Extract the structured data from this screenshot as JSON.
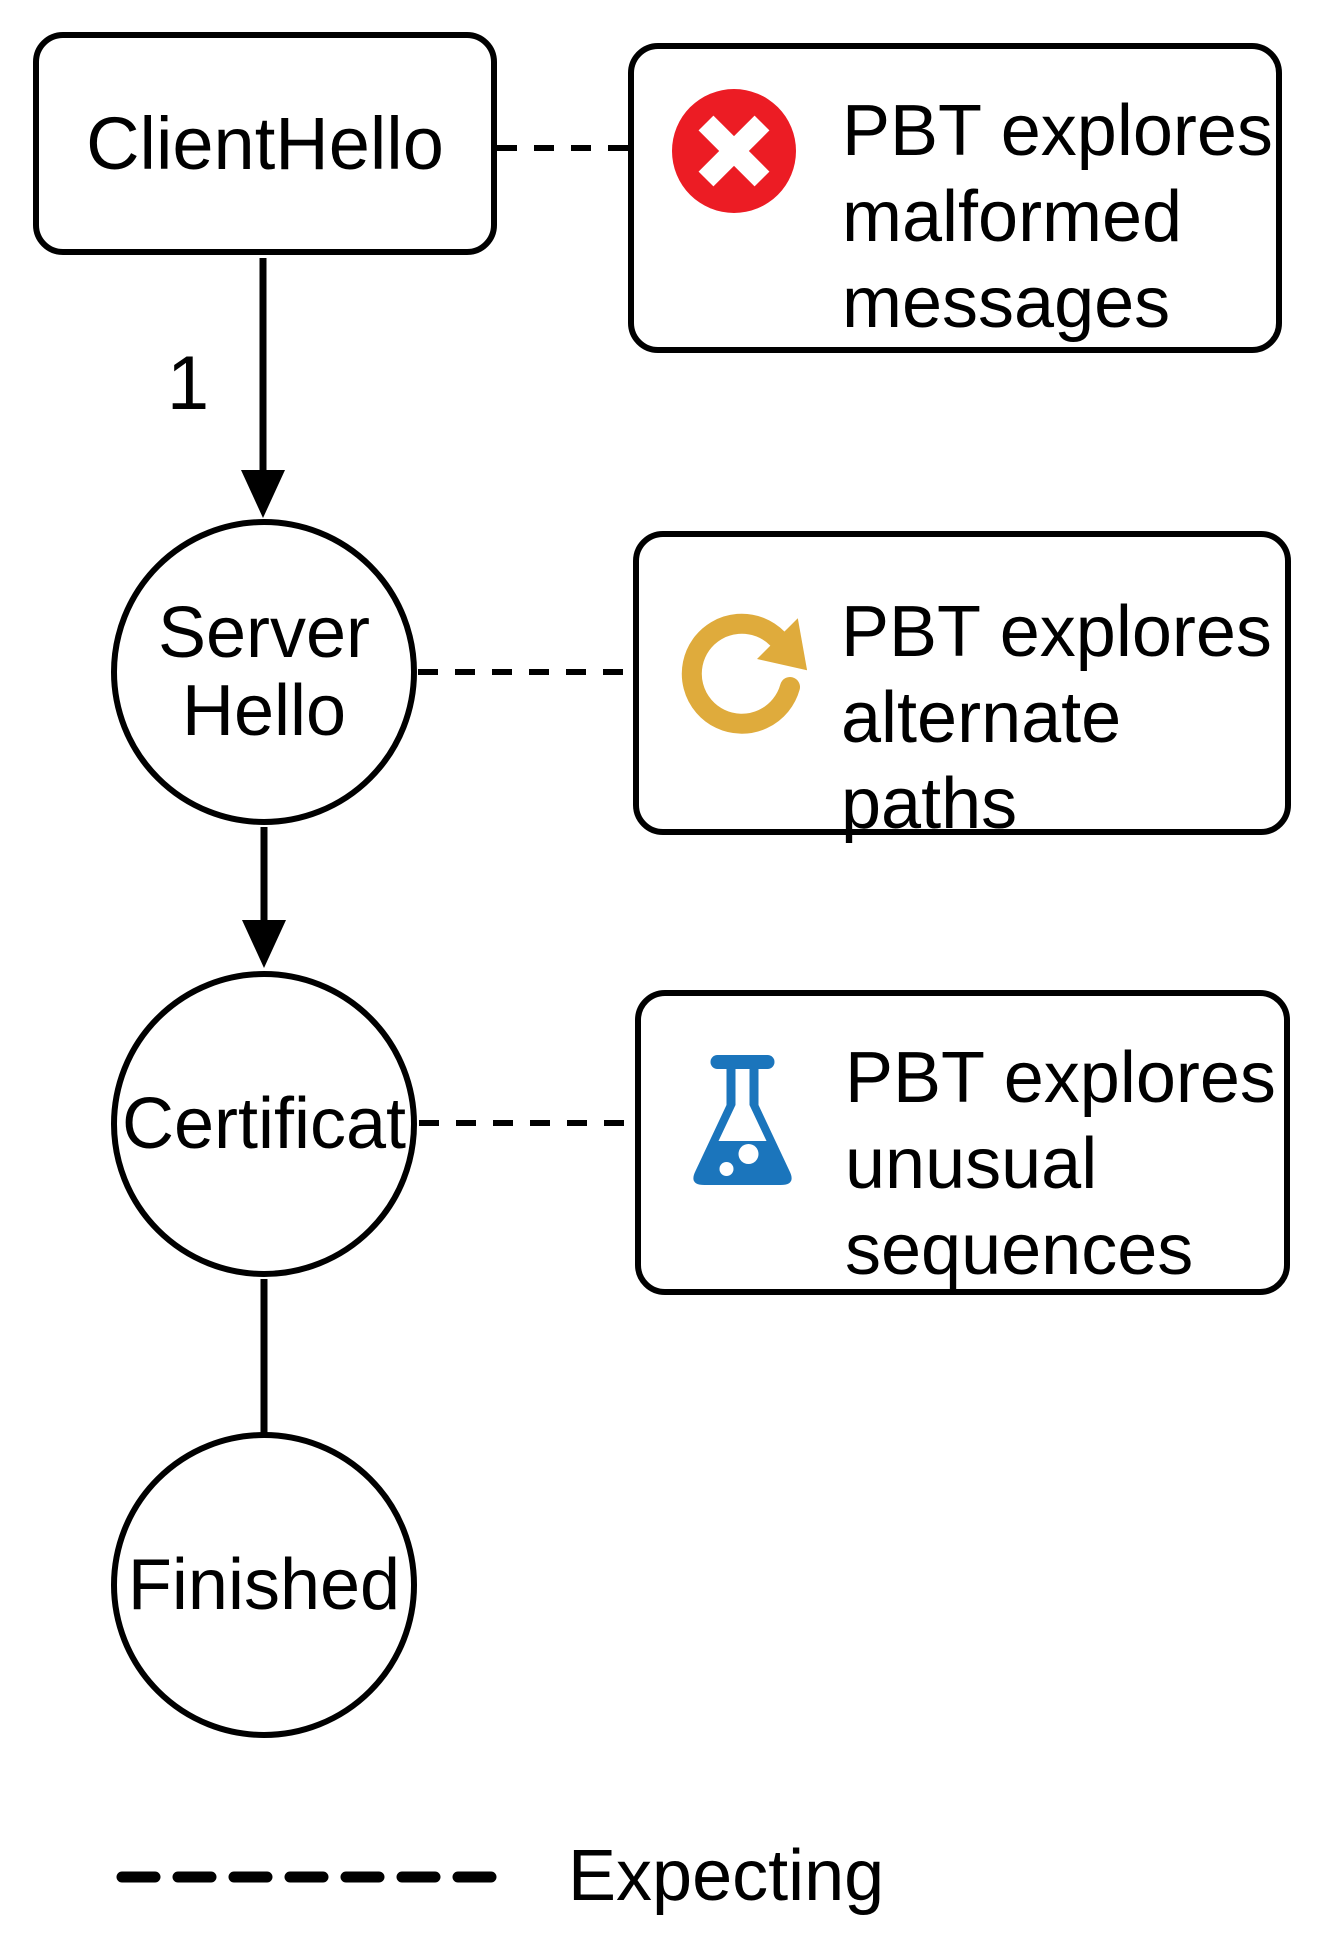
{
  "colors": {
    "red": "#ec1c24",
    "gold": "#dfab3c",
    "blue": "#1b75bc",
    "line": "#000000"
  },
  "states": {
    "client_hello": {
      "label": "ClientHello"
    },
    "server_hello": {
      "line1": "Server",
      "line2": "Hello"
    },
    "certificate": {
      "label": "Certificat"
    },
    "finished": {
      "label": "Finished"
    }
  },
  "transition": {
    "label": "1"
  },
  "annotations": {
    "malformed": {
      "icon": "error-cross-circle-icon",
      "line1": "PBT explores",
      "line2": "malformed",
      "line3": "messages"
    },
    "alternate": {
      "icon": "refresh-loop-icon",
      "line1": "PBT explores",
      "line2": "alternate",
      "line3": "paths"
    },
    "unusual": {
      "icon": "lab-flask-icon",
      "line1": "PBT explores",
      "line2": "unusual",
      "line3": "sequences"
    }
  },
  "legend": {
    "label": "Expecting"
  }
}
